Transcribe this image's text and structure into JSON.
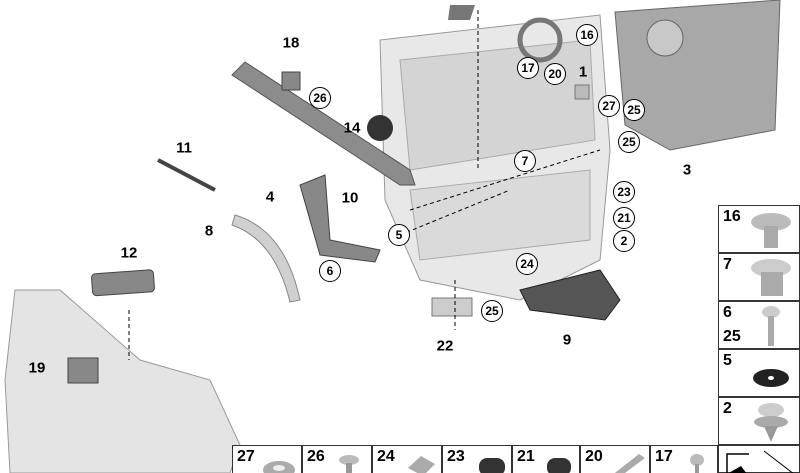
{
  "callouts_plain": [
    {
      "id": "18",
      "label": "18"
    },
    {
      "id": "11",
      "label": "11"
    },
    {
      "id": "4",
      "label": "4"
    },
    {
      "id": "10",
      "label": "10"
    },
    {
      "id": "8",
      "label": "8"
    },
    {
      "id": "12",
      "label": "12"
    },
    {
      "id": "19",
      "label": "19"
    },
    {
      "id": "22",
      "label": "22"
    },
    {
      "id": "9",
      "label": "9"
    },
    {
      "id": "3",
      "label": "3"
    },
    {
      "id": "1",
      "label": "1"
    },
    {
      "id": "14",
      "label": "14"
    }
  ],
  "callouts_circled": [
    {
      "label": "16"
    },
    {
      "label": "17"
    },
    {
      "label": "20"
    },
    {
      "label": "26"
    },
    {
      "label": "27"
    },
    {
      "label": "25"
    },
    {
      "label": "25"
    },
    {
      "label": "7"
    },
    {
      "label": "23"
    },
    {
      "label": "21"
    },
    {
      "label": "2"
    },
    {
      "label": "5"
    },
    {
      "label": "6"
    },
    {
      "label": "24"
    },
    {
      "label": "25"
    }
  ],
  "legend_right": [
    {
      "label": "16"
    },
    {
      "label": "7"
    },
    {
      "label": "6",
      "label2": "25"
    },
    {
      "label": "5"
    },
    {
      "label": "2"
    }
  ],
  "legend_bottom": [
    {
      "label": "27"
    },
    {
      "label": "26"
    },
    {
      "label": "24"
    },
    {
      "label": "23"
    },
    {
      "label": "21"
    },
    {
      "label": "20"
    },
    {
      "label": "17"
    }
  ],
  "colors": {
    "part": "#9a9a9a",
    "panel": "#e6e6e6",
    "dark": "#3a3a3a"
  }
}
